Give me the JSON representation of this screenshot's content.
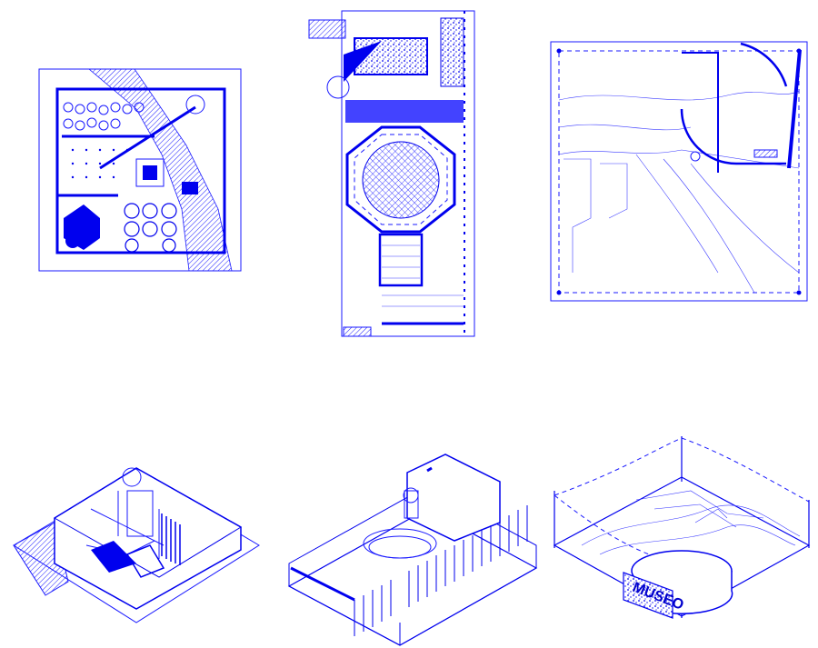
{
  "colors": {
    "ink": "#0000ee",
    "paper": "#ffffff"
  },
  "panels": [
    {
      "id": "plan-courtyard-house",
      "kind": "plan"
    },
    {
      "id": "plan-octagon-pavilion",
      "kind": "plan"
    },
    {
      "id": "plan-topographic-site",
      "kind": "plan"
    },
    {
      "id": "axo-courtyard-house",
      "kind": "axonometric"
    },
    {
      "id": "axo-octagon-pavilion",
      "kind": "axonometric"
    },
    {
      "id": "axo-museum-site",
      "kind": "axonometric"
    }
  ],
  "labels": {
    "museum_sign": "MUSEO"
  }
}
